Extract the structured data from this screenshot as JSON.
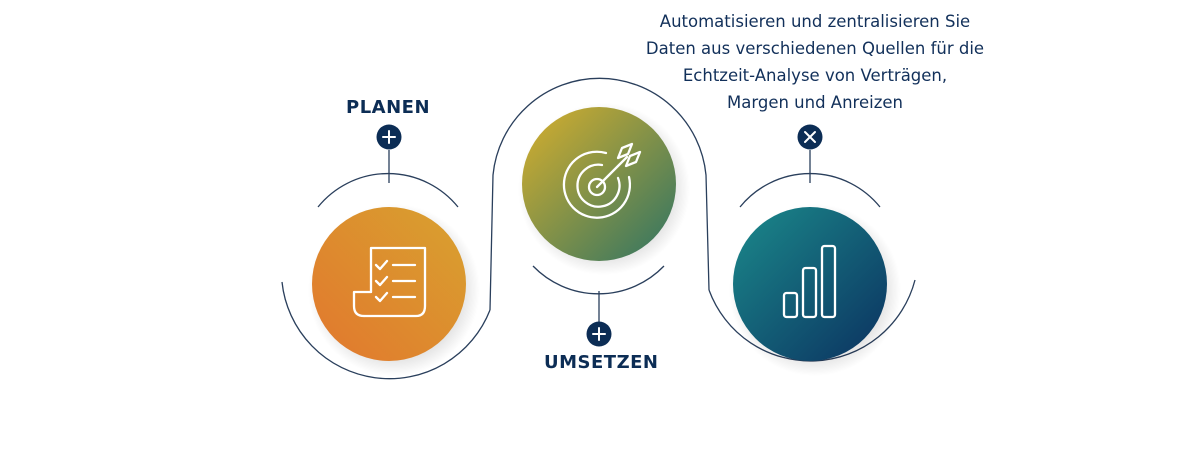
{
  "steps": [
    {
      "label": "PLANEN",
      "node_symbol": "plus",
      "icon": "checklist-icon",
      "gradient": [
        "#e2772e",
        "#d8a22f"
      ]
    },
    {
      "label": "UMSETZEN",
      "node_symbol": "plus",
      "icon": "target-arrow-icon",
      "gradient": [
        "#d9b02c",
        "#2d7364"
      ]
    },
    {
      "label": "",
      "node_symbol": "close",
      "icon": "bar-chart-icon",
      "gradient": [
        "#1b8a8b",
        "#0b3160"
      ]
    }
  ],
  "description": {
    "lines": [
      "Automatisieren und zentralisieren Sie",
      "Daten aus verschiedenen Quellen für die",
      "Echtzeit-Analyse von Verträgen,",
      "Margen und Anreizen"
    ]
  },
  "colors": {
    "navy": "#0c2d55",
    "line": "#2a3f5c"
  }
}
